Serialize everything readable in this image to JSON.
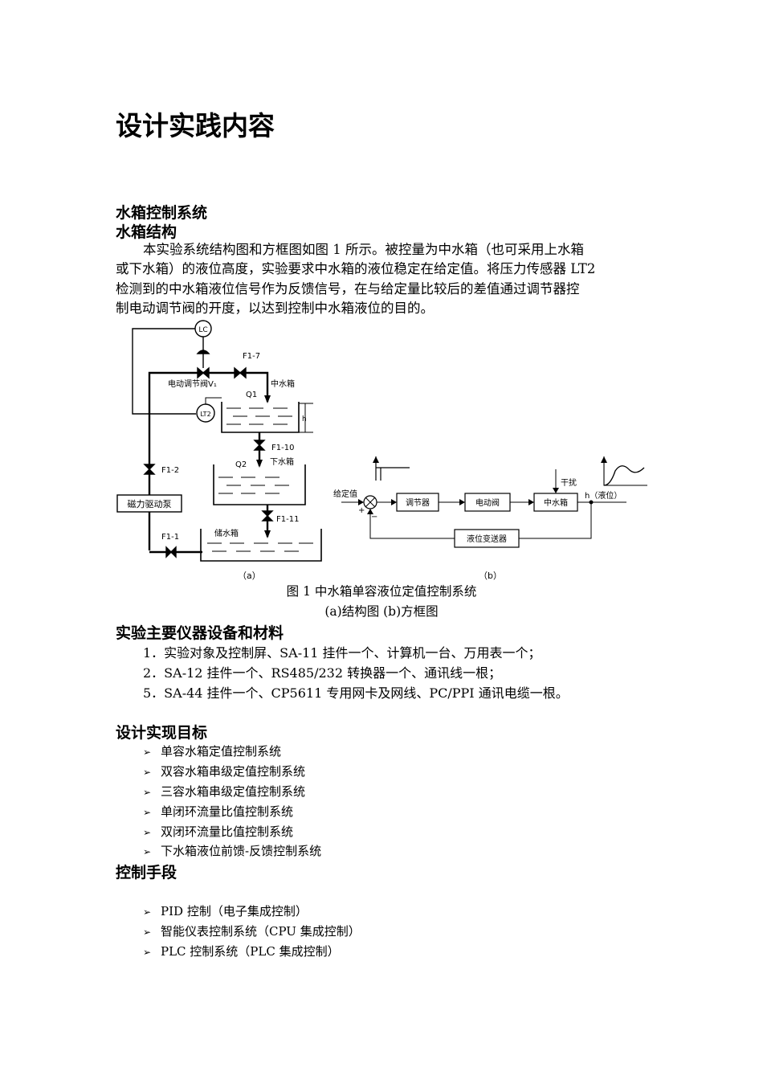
{
  "title": "设计实践内容",
  "section1": {
    "heading": "水箱控制系统",
    "subheading": "水箱结构",
    "paragraph_lines": [
      "本实验系统结构图和方框图如图 1 所示。被控量为中水箱（也可采用上水箱",
      "或下水箱）的液位高度，实验要求中水箱的液位稳定在给定值。将压力传感器 LT2",
      "检测到的中水箱液位信号作为反馈信号，在与给定量比较后的差值通过调节器控",
      "制电动调节阀的开度，以达到控制中水箱液位的目的。"
    ]
  },
  "figure": {
    "structure": {
      "lc": "LC",
      "lt2": "LT2",
      "valve_label": "电动调节阀V₁",
      "f17": "F1-7",
      "mid_tank": "中水箱",
      "q1": "Q1",
      "h": "h",
      "f110": "F1-10",
      "q2": "Q2",
      "lower_tank": "下水箱",
      "f12": "F1-2",
      "pump": "磁力驱动泵",
      "f111": "F1-11",
      "f11": "F1-1",
      "storage_tank": "储水箱",
      "label_a": "（a）"
    },
    "block": {
      "setpoint": "给定值",
      "plus": "+",
      "minus": "−",
      "controller": "调节器",
      "valve": "电动阀",
      "tank": "中水箱",
      "disturbance": "干扰",
      "output": "h（液位）",
      "transmitter": "液位变送器",
      "label_b": "（b）"
    },
    "caption_line1": "图 1  中水箱单容液位定值控制系统",
    "caption_line2": "(a)结构图    (b)方框图"
  },
  "section2": {
    "heading": "实验主要仪器设备和材料",
    "items": [
      "1．实验对象及控制屏、SA-11 挂件一个、计算机一台、万用表一个；",
      "2．SA-12 挂件一个、RS485/232 转换器一个、通讯线一根；",
      "5．SA-44 挂件一个、CP5611 专用网卡及网线、PC/PPI 通讯电缆一根。"
    ]
  },
  "section3": {
    "heading": "设计实现目标",
    "bullet_glyph": "➢",
    "items": [
      "单容水箱定值控制系统",
      "双容水箱串级定值控制系统",
      "三容水箱串级定值控制系统",
      "单闭环流量比值控制系统",
      "双闭环流量比值控制系统",
      "下水箱液位前馈-反馈控制系统"
    ]
  },
  "section4": {
    "heading": "控制手段",
    "bullet_glyph": "➢",
    "items": [
      "PID 控制（电子集成控制）",
      "智能仪表控制系统（CPU 集成控制）",
      "PLC 控制系统（PLC 集成控制）"
    ]
  }
}
